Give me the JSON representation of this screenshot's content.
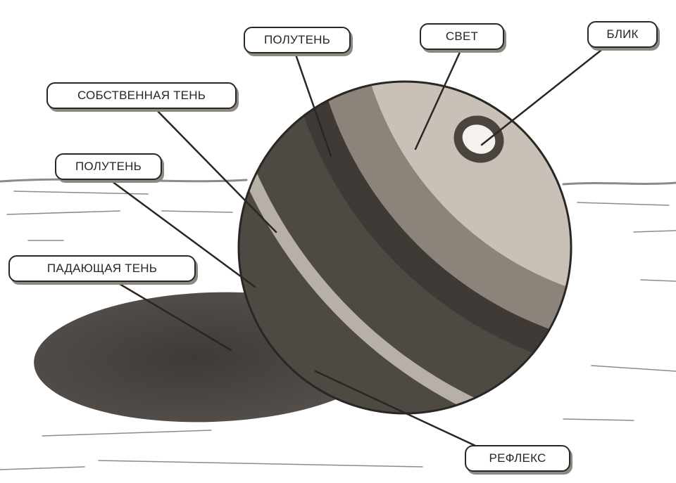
{
  "labels": {
    "penumbra_top": "ПОЛУТЕНЬ",
    "light": "СВЕТ",
    "highlight": "БЛИК",
    "own_shadow": "СОБСТВЕННАЯ ТЕНЬ",
    "penumbra_left": "ПОЛУТЕНЬ",
    "cast_shadow": "ПАДАЮЩАЯ ТЕНЬ",
    "reflex": "РЕФЛЕКС"
  },
  "colors": {
    "ink": "#2a2623",
    "cast_shadow": "#4a4542",
    "own_shadow": "#4f4944",
    "penumbra": "#8c837b",
    "light": "#c9c1b8",
    "highlight": "#f5f2ee",
    "reflex": "#b7b0a8"
  }
}
